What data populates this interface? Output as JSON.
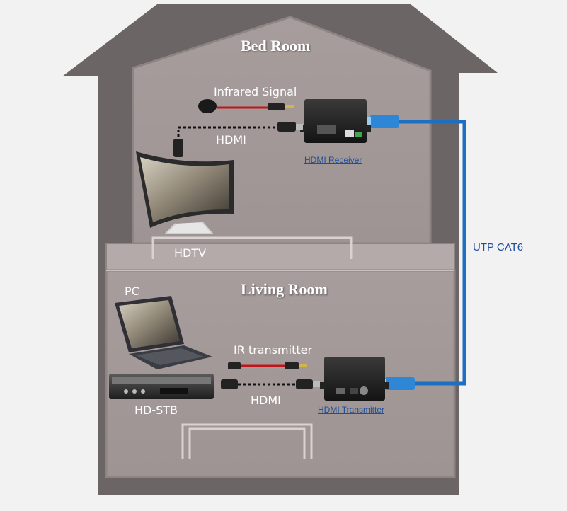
{
  "rooms": {
    "upper": "Bed Room",
    "lower": "Living Room"
  },
  "labels": {
    "infrared_signal": "Infrared Signal",
    "hdmi_top": "HDMI",
    "hdmi_receiver": "HDMI Receiver",
    "hdtv": "HDTV",
    "pc": "PC",
    "ir_transmitter": "IR transmitter",
    "hdmi_bottom": "HDMI",
    "hdmi_transmitter": "HDMI Transmitter",
    "hd_stb": "HD-STB",
    "utp_cat6": "UTP CAT6"
  },
  "colors": {
    "house_outer": "#6b6565",
    "house_inner": "#a49a99",
    "cable_blue": "#1d6fc1",
    "ir_red": "#c0151b",
    "text_blue": "#1f4e9c"
  }
}
